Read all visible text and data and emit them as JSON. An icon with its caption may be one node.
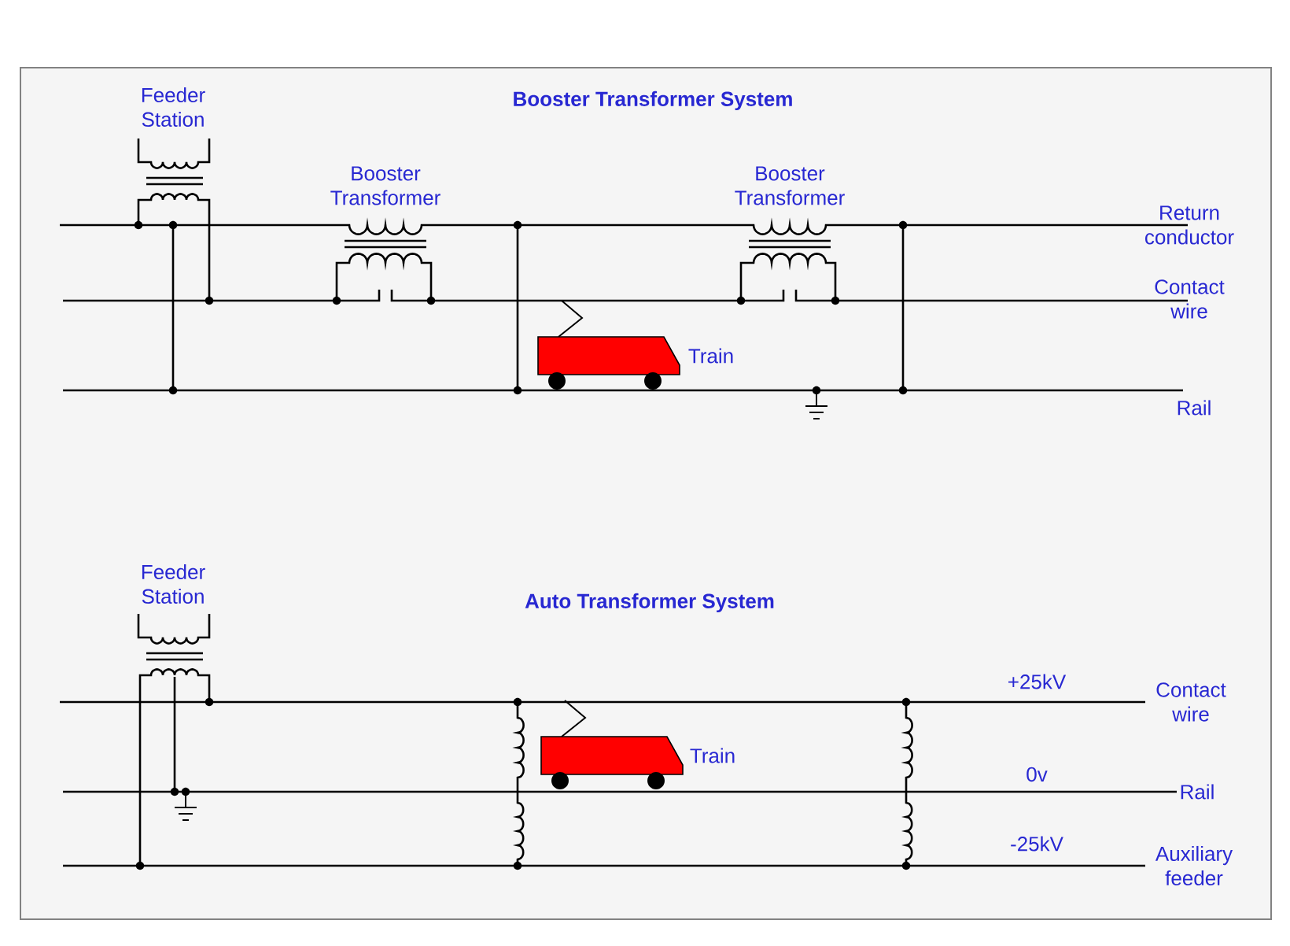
{
  "diagram": {
    "labels": [
      "Booster Transformer System",
      "Feeder Station",
      "Booster Transformer",
      "Booster Transformer",
      "Return conductor",
      "Contact wire",
      "Train",
      "Rail",
      "Feeder Station",
      "Auto Transformer System",
      "+25kV",
      "Contact wire",
      "Train",
      "0v",
      "Rail",
      "-25kV",
      "Auxiliary feeder"
    ]
  }
}
